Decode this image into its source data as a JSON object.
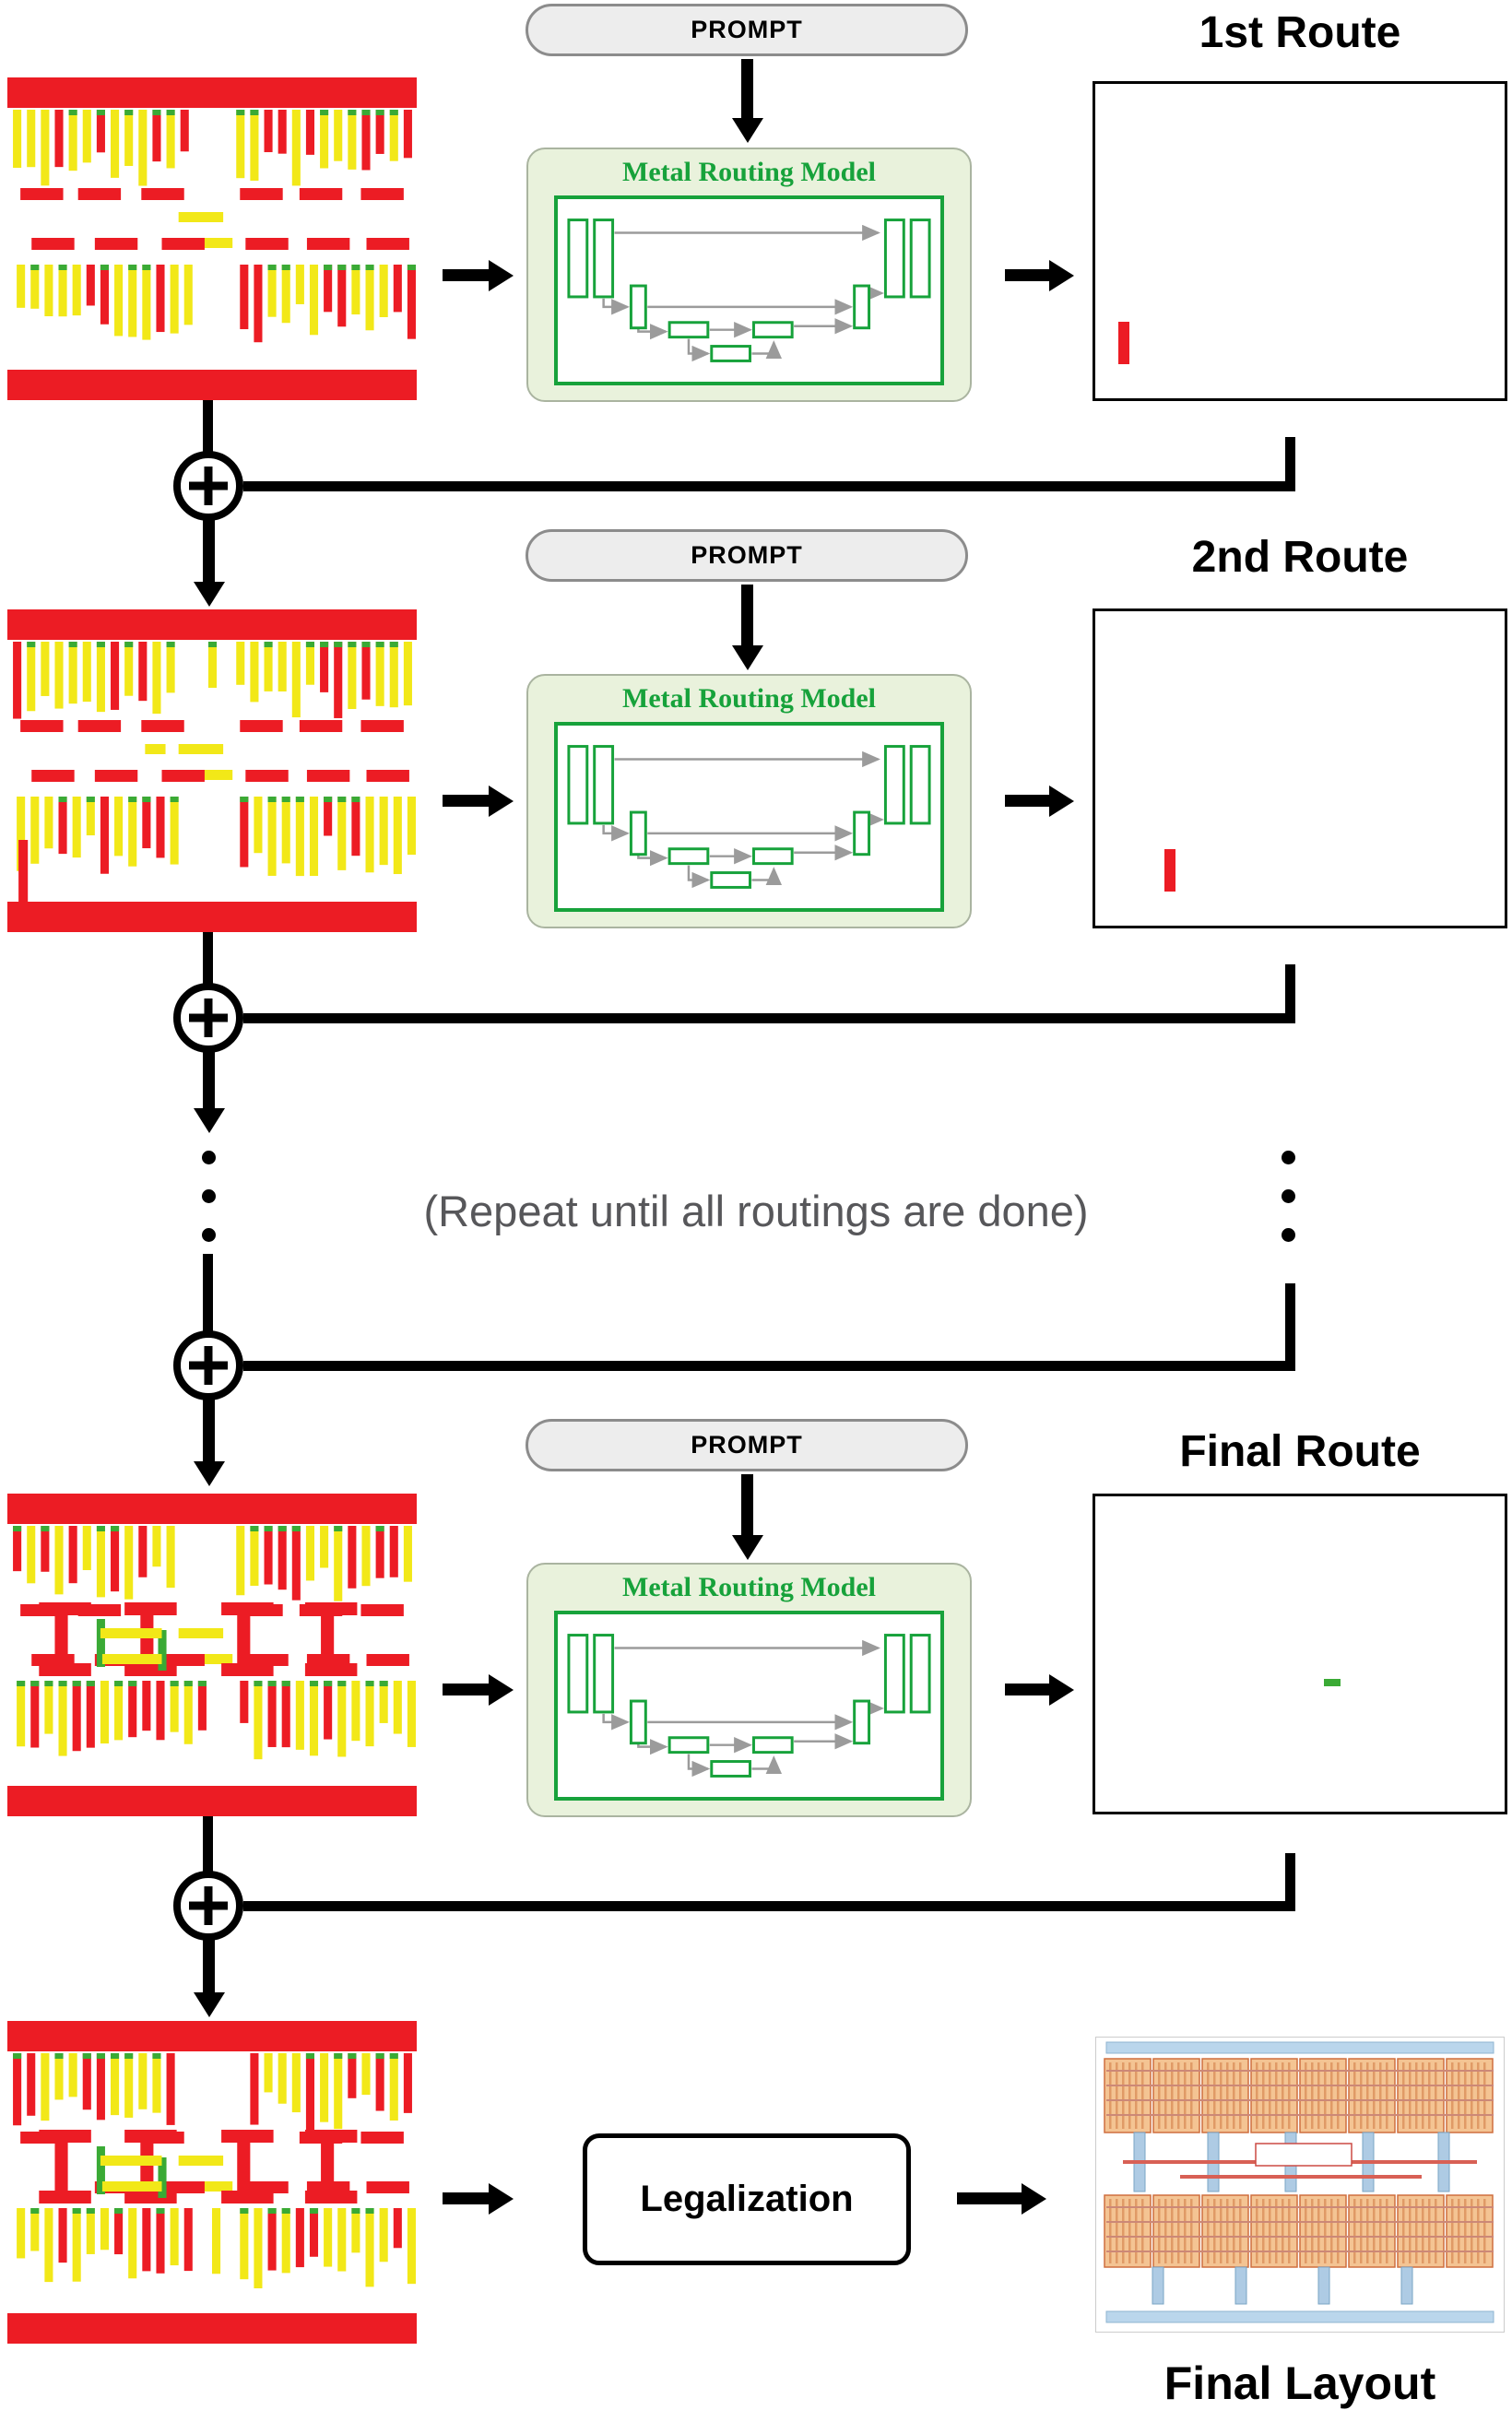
{
  "rows": [
    {
      "prompt": "PROMPT",
      "model_title": "Metal Routing Model",
      "route_title": "1st Route"
    },
    {
      "prompt": "PROMPT",
      "model_title": "Metal Routing Model",
      "route_title": "2nd Route"
    },
    {
      "prompt": "PROMPT",
      "model_title": "Metal Routing Model",
      "route_title": "Final Route"
    }
  ],
  "repeat_text": "(Repeat until all routings are done)",
  "legalization_label": "Legalization",
  "final_layout_label": "Final Layout",
  "colors": {
    "red": "#ec1c24",
    "yellow": "#f2e818",
    "green": "#3aaa35",
    "model_green": "#17a23b",
    "model_bg": "#e9f2dc",
    "prompt_bg": "#ededed",
    "repeat_gray": "#57575a"
  }
}
